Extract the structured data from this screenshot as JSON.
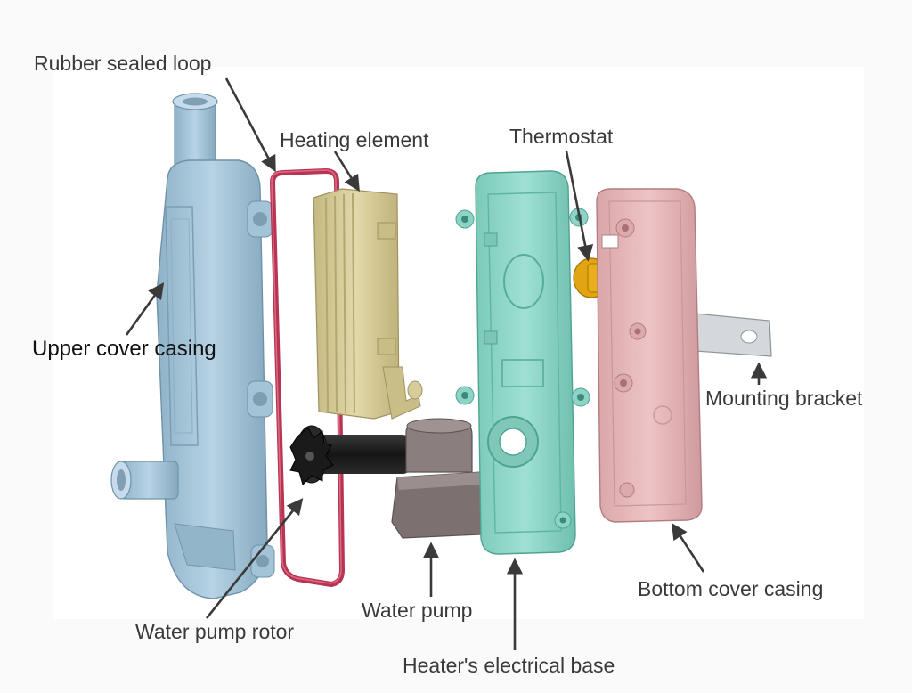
{
  "labels": {
    "rubber_sealed_loop": "Rubber sealed loop",
    "heating_element": "Heating element",
    "thermostat": "Thermostat",
    "upper_cover_casing": "Upper cover casing",
    "mounting_bracket": "Mounting bracket",
    "water_pump_rotor": "Water pump rotor",
    "water_pump": "Water pump",
    "bottom_cover_casing": "Bottom cover casing",
    "electrical_base": "Heater's electrical base"
  },
  "colors": {
    "upper_cover": "#a9c8dc",
    "seal_loop": "#c23d5c",
    "heating_element": "#d6cc9c",
    "electrical_base": "#8fd6c8",
    "thermostat": "#e0a010",
    "bottom_cover": "#e4b6b8",
    "bracket": "#d2d6da",
    "pump": "#8a7c7c",
    "rotor": "#222222",
    "label_text": "#3a3a3a",
    "arrow": "#3a3a3a"
  }
}
